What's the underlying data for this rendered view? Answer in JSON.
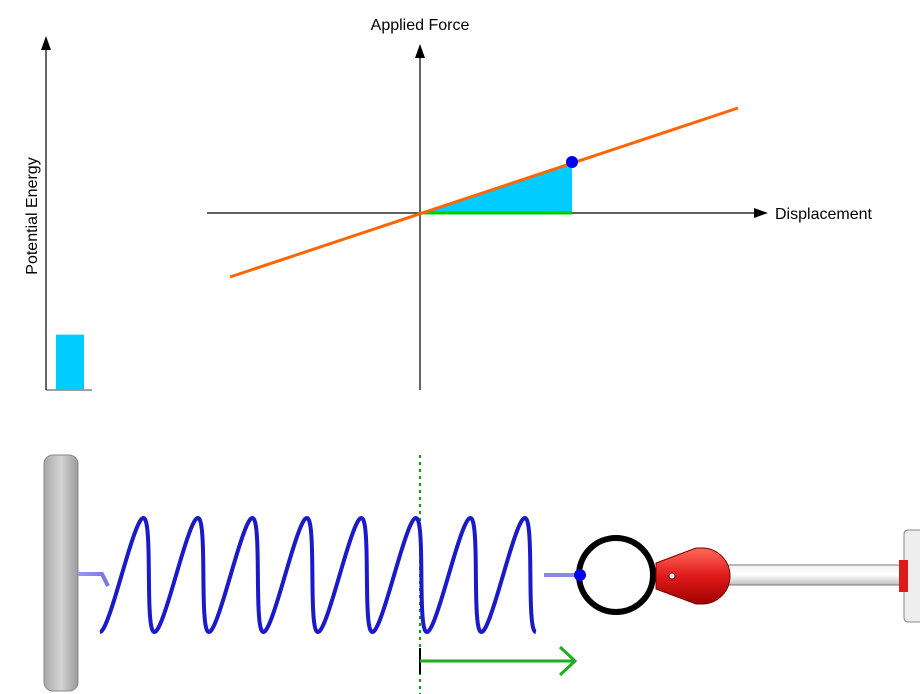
{
  "energy_chart": {
    "ylabel": "Potential Energy",
    "bar_level": 0.16,
    "bar_color": "#00ccff"
  },
  "force_chart": {
    "ylabel": "Applied Force",
    "xlabel": "Displacement",
    "line_color": "#ff6600",
    "area_color": "#00ccff",
    "displacement_color": "#00cc00",
    "point_color": "#0000ee"
  },
  "spring": {
    "coil_color": "#1a1acc",
    "wall_color": "#bfbfbf",
    "equilibrium_color": "#00aa00",
    "arrow_color": "#22aa22",
    "knob_color": "#dd1a1a"
  }
}
